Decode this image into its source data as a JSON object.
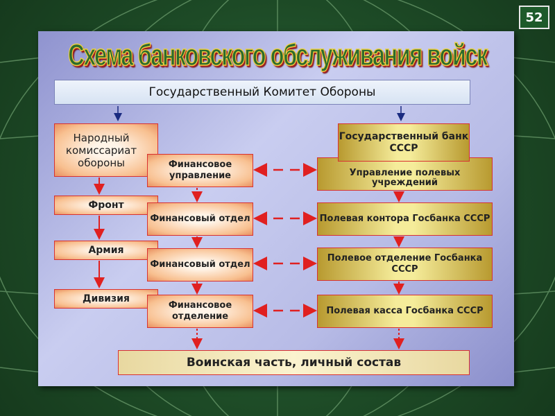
{
  "page_number": "52",
  "title": "Схема банковского обслуживания войск",
  "top": "Государственный Комитет Обороны",
  "left_chain": [
    "Народный комиссариат обороны",
    "Фронт",
    "Армия",
    "Дивизия"
  ],
  "finance": [
    "Финансовое управление",
    "Финансовый отдел",
    "Финансовый отдел",
    "Финансовое отделение"
  ],
  "bank_head": "Государственный банк СССР",
  "bank_chain": [
    "Управление полевых учреждений",
    "Полевая контора Госбанка СССР",
    "Полевое отделение Госбанка СССР",
    "Полевая касса Госбанка СССР"
  ],
  "bottom": "Воинская часть, личный состав",
  "colors": {
    "accent_red": "#d83030",
    "arrow_blue": "#1a2a80",
    "badge": "#1e5a2a"
  }
}
